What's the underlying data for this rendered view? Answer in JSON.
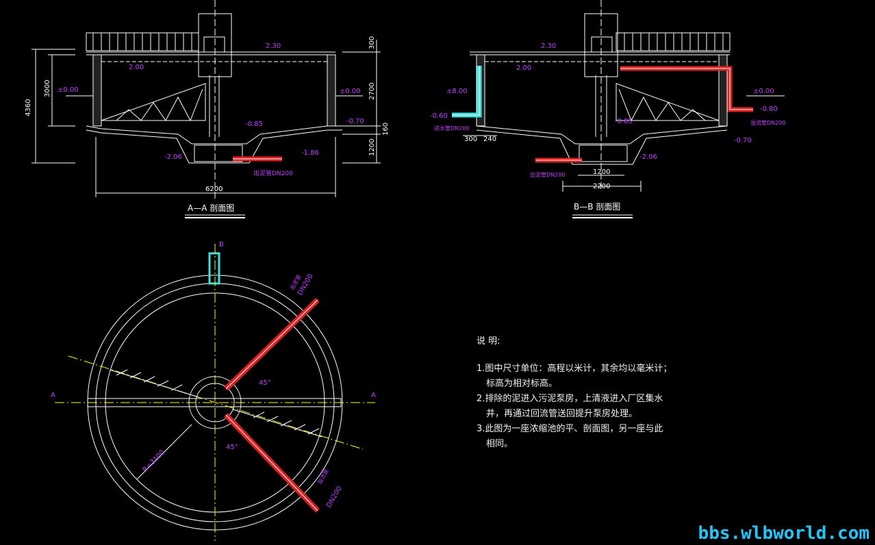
{
  "section_aa": {
    "title": "A—A 剖面图",
    "dim_total_height": "4360",
    "dim_inner_height": "3000",
    "dim_top": "300",
    "dim_mid": "2700",
    "dim_low": "160",
    "dim_bottom": "1200",
    "dim_width": "6200",
    "elev_top": "2.30",
    "elev_water": "2.00",
    "elev_ground_left": "±0.00",
    "elev_ground_right": "±0.00",
    "elev_floor": "-0.85",
    "elev_wall_base": "-0.70",
    "elev_sump": "-2.06",
    "elev_pipe": "-1.86",
    "pipe_label": "出泥管DN200"
  },
  "section_bb": {
    "title": "B—B 剖面图",
    "elev_top": "2.30",
    "elev_water": "2.00",
    "elev_inlet": "±8.00",
    "elev_inlet_low": "-0.60",
    "elev_ground_right": "±0.00",
    "elev_outlet": "-0.80",
    "elev_floor": "-0.85",
    "elev_wall_base": "-0.70",
    "elev_sump": "-2.06",
    "dim_300": "300",
    "dim_240": "240",
    "dim_1200": "1200",
    "dim_2200": "2200",
    "inlet_label": "进水管DN200",
    "sludge_label": "出泥管DN200",
    "outlet_label": "溢流管DN200"
  },
  "plan": {
    "marker_a_left": "A",
    "marker_a_right": "A",
    "marker_b": "B",
    "radius_label": "R=3100",
    "angle_top": "45°",
    "angle_bottom": "45°",
    "pipe_top_label": "出泥管",
    "pipe_top_dn": "DN200",
    "pipe_bottom_label": "溢流管",
    "pipe_bottom_dn": "DN200"
  },
  "notes": {
    "heading": "说  明:",
    "line1": "1.图中尺寸单位：高程以米计，其余均以毫米计；",
    "line1b": "标高为相对标高。",
    "line2": "2.排除的泥进入污泥泵房，上清液进入厂区集水",
    "line2b": "井，再通过回流管送回提升泵房处理。",
    "line3": "3.此图为一座浓缩池的平、剖面图，另一座与此",
    "line3b": "相同。"
  },
  "watermark": "bbs.wlbworld.com",
  "colors": {
    "line": "#ffffff",
    "dim_text": "#c040ff",
    "axis": "#ffff00",
    "pipe_red": "#e02020",
    "pipe_cyan": "#40e0e0"
  }
}
